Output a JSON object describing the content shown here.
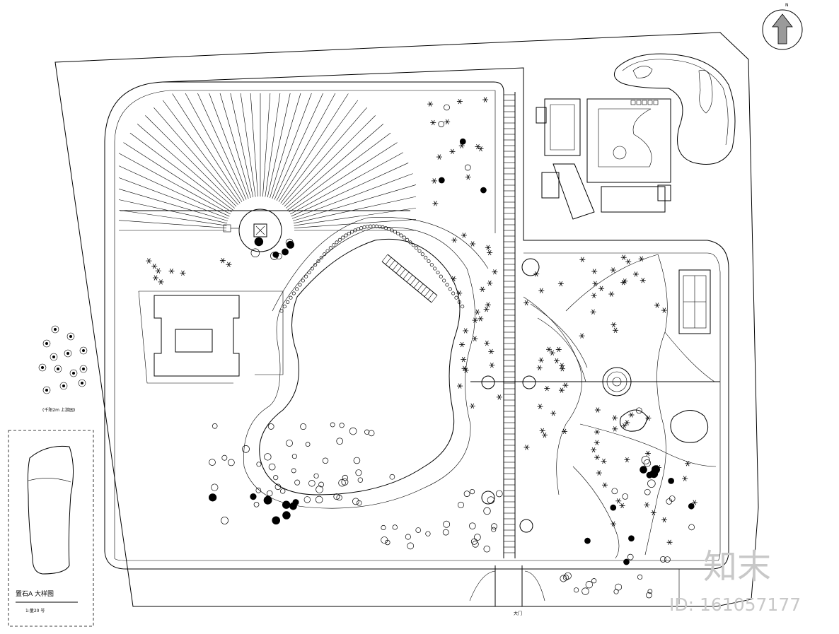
{
  "north_label": "N",
  "detail": {
    "title": "置石A 大样图",
    "scale": "1:量20 号"
  },
  "watermark": {
    "brand": "知末",
    "id": "ID: 161057177"
  },
  "labels": {
    "left_group": "(千阳2m 上游园)",
    "entrance": "大门"
  }
}
